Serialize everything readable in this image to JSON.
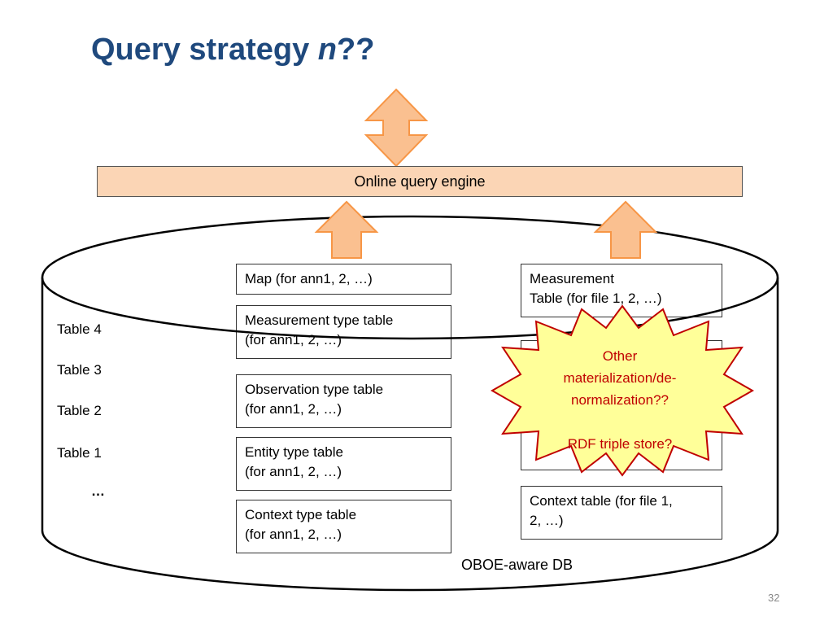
{
  "title": {
    "main": "Query strategy ",
    "italic": "n",
    "suffix": "??"
  },
  "engine": {
    "label": "Online query engine"
  },
  "row_labels": [
    "Table 4",
    "Table 3",
    "Table 2",
    "Table 1"
  ],
  "ellipsis": "…",
  "left_tables": [
    {
      "line1": "Map (for ann1, 2, …)",
      "line2": ""
    },
    {
      "line1": "Measurement type table",
      "line2": "(for ann1, 2, …)"
    },
    {
      "line1": "Observation type table",
      "line2": "(for ann1, 2, …)"
    },
    {
      "line1": "Entity  type table",
      "line2": "(for ann1, 2, …)"
    },
    {
      "line1": "Context type table",
      "line2": "(for ann1, 2, …)"
    }
  ],
  "right_tables": [
    {
      "line1": "Measurement",
      "line2": "Table (for file 1, 2, …)"
    },
    {
      "line1": "Context table (for file 1,",
      "line2": "2, …)"
    }
  ],
  "star": {
    "line1": "Other",
    "line2": "materialization/de-",
    "line3": "normalization??",
    "line4": "RDF triple store?"
  },
  "db_label": "OBOE-aware DB",
  "page_number": "32",
  "colors": {
    "title": "#1f497d",
    "engine_fill": "#fbd5b5",
    "arrow_fill": "#fac090",
    "arrow_stroke": "#f79646",
    "star_fill": "#ffff99",
    "star_text": "#c00000"
  }
}
